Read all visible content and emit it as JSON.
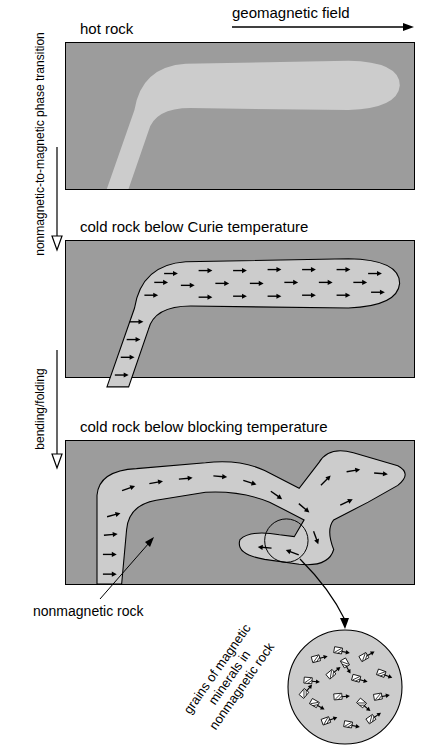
{
  "diagram": {
    "nodes": [
      {
        "text": [
          "hot rock"
        ]
      },
      {
        "text": [
          "cold rock below Curie temperature"
        ]
      },
      {
        "text": [
          "cold rock below blocking temperature"
        ]
      },
      {
        "text": [
          "grains of magnetic minerals in nonmagnetic rock"
        ]
      }
    ],
    "edges": [
      {
        "from": 0,
        "to": 1,
        "arrow": "to",
        "label": "nonmagnetic-to-magnetic phase transition"
      },
      {
        "from": 1,
        "to": 2,
        "arrow": "to",
        "label": "bending/folding"
      },
      {
        "from": 2,
        "to": 3,
        "arrow": "to"
      }
    ],
    "labels": [
      "geomagnetic field",
      "nonmagnetic rock"
    ]
  }
}
